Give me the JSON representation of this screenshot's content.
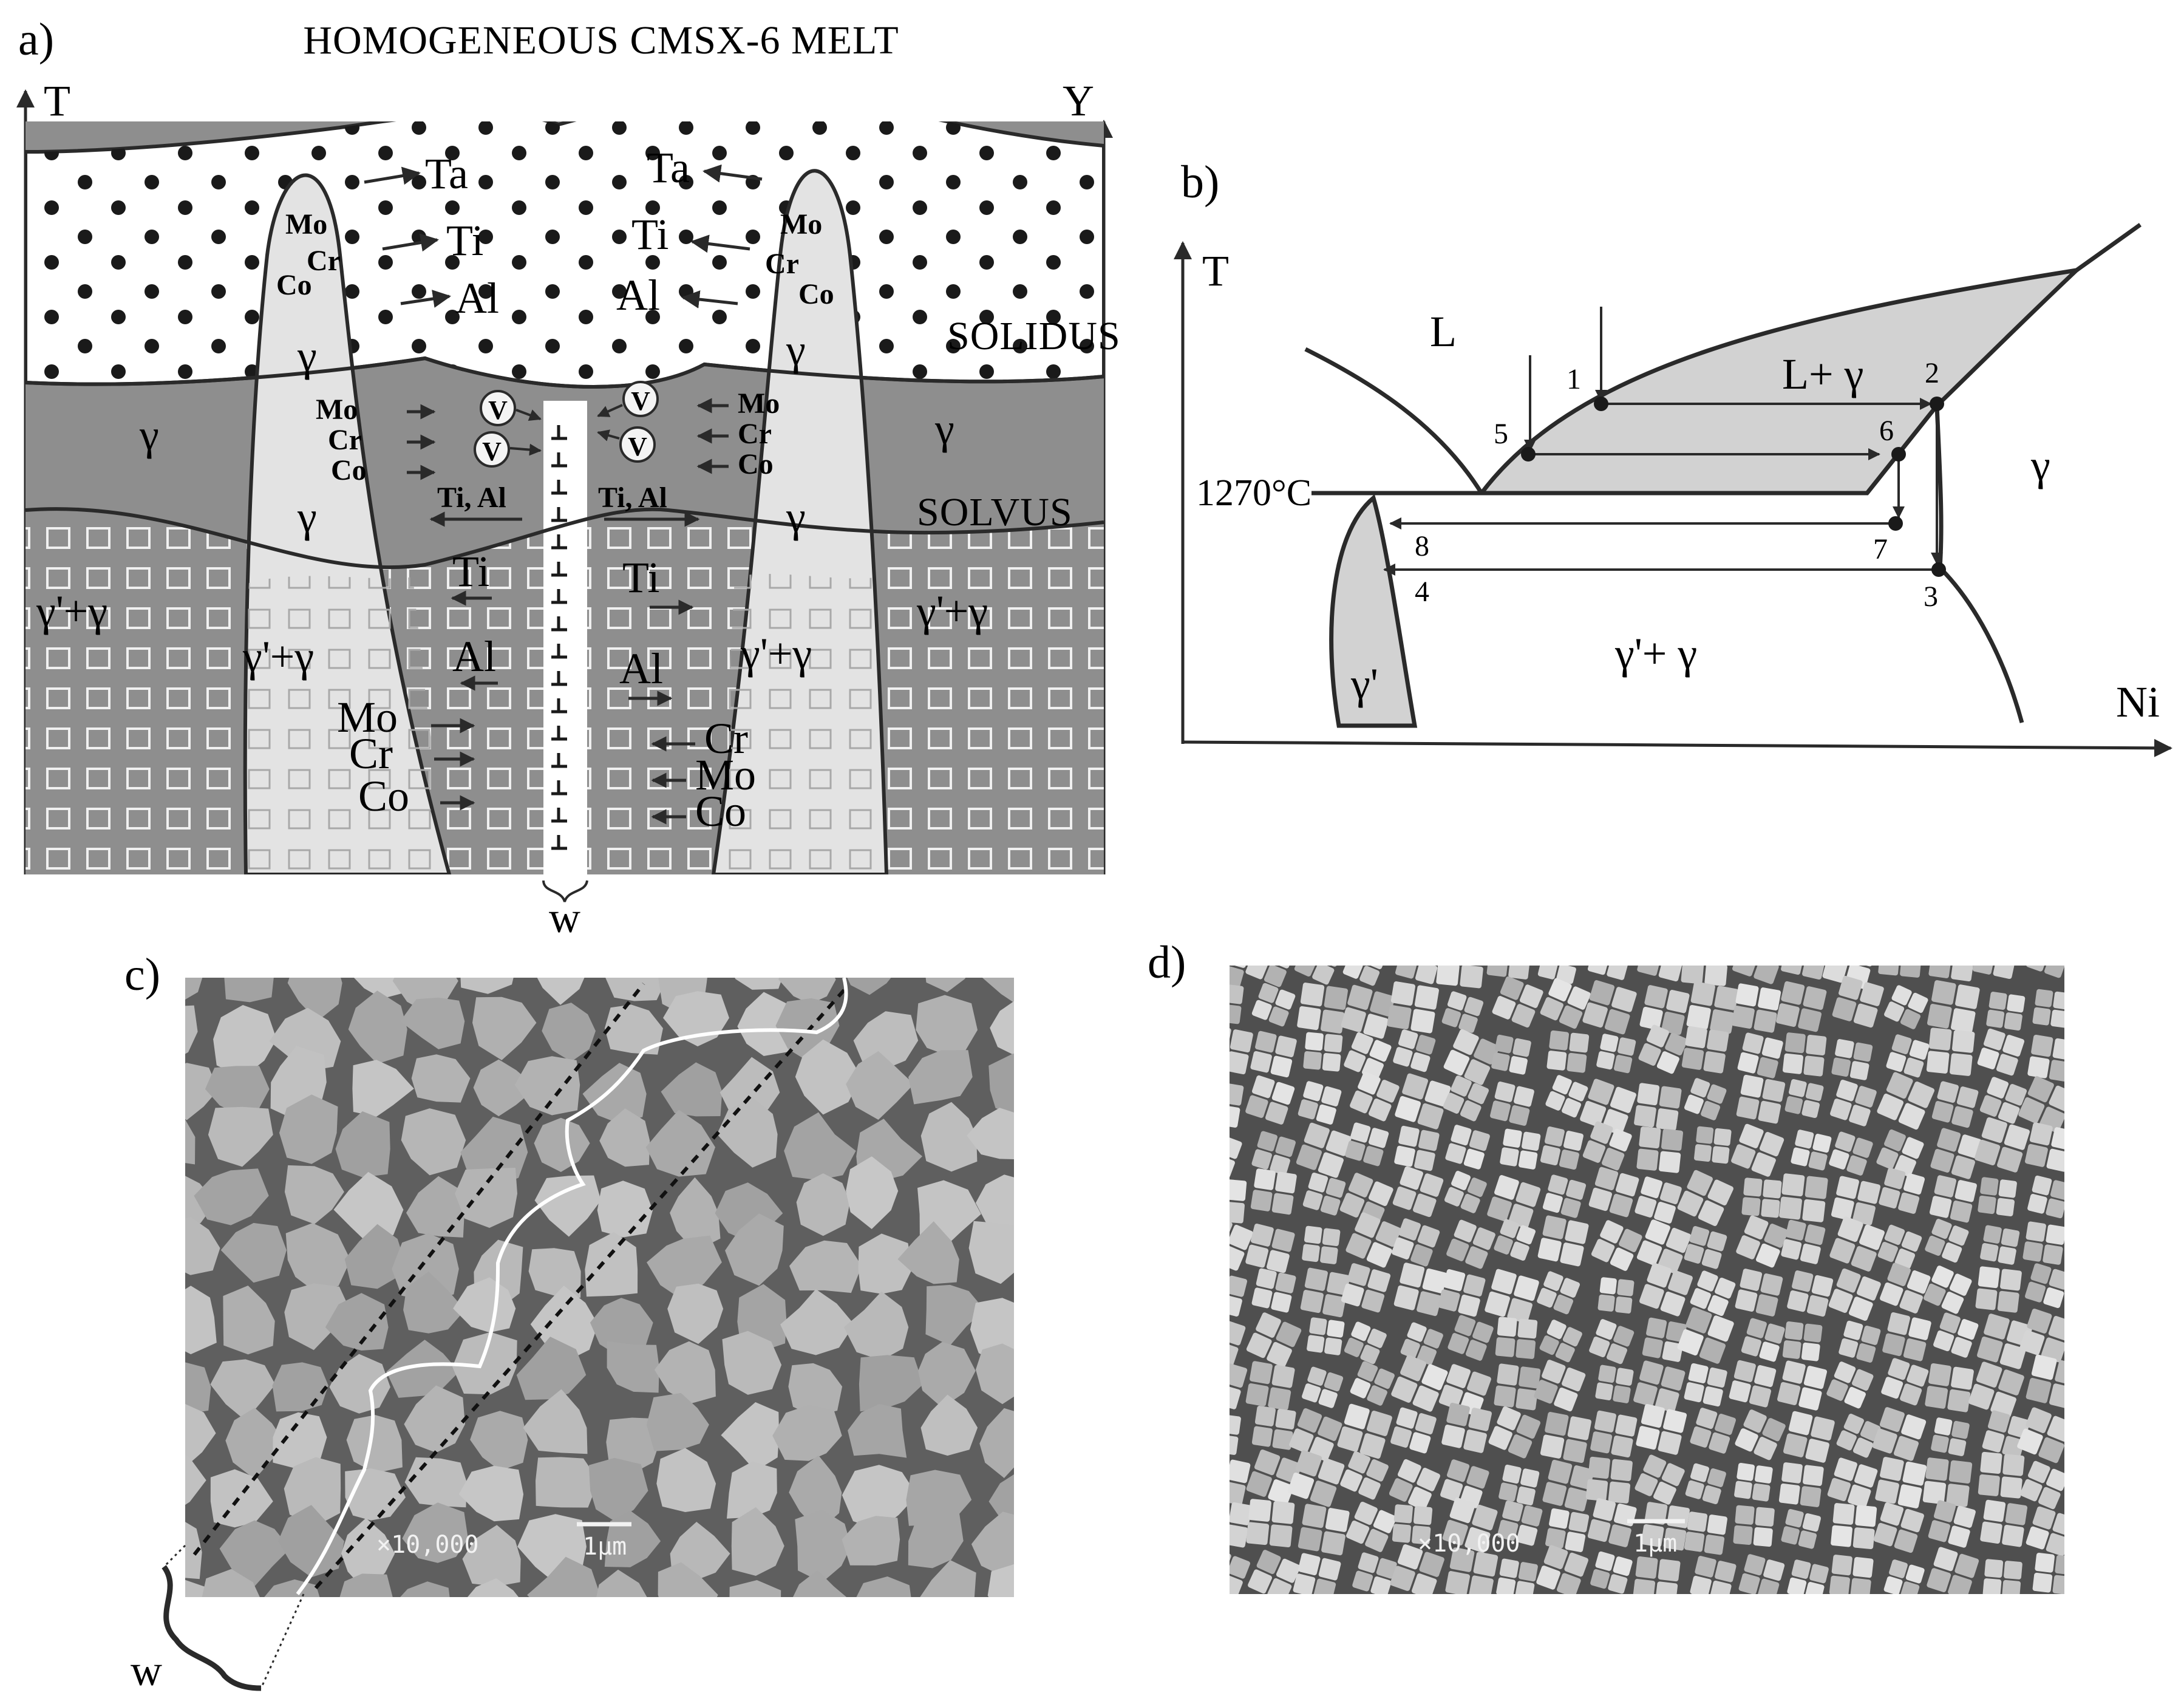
{
  "panel_labels": {
    "a": "a)",
    "b": "b)",
    "c": "c)",
    "d": "d)"
  },
  "panel_a": {
    "title": "HOMOGENEOUS CMSX-6 MELT",
    "axis_left": "T",
    "axis_right": "Y",
    "solidus_label": "SOLIDUS",
    "solvus_label": "SOLVUS",
    "gamma": "γ",
    "gamma_prime_gamma": "γ'+γ",
    "melt_elements_left": [
      "Ta",
      "Ti",
      "Al"
    ],
    "melt_elements_right": [
      "Ta",
      "Ti",
      "Al"
    ],
    "tip_elements": [
      "Mo",
      "Cr",
      "Co"
    ],
    "mid_elements": [
      "Mo",
      "Cr",
      "Co"
    ],
    "ti_al": "Ti, Al",
    "ti": "Ti",
    "al": "Al",
    "lower_left_elements": [
      "Mo",
      "Cr",
      "Co"
    ],
    "lower_right_elements": [
      "Cr",
      "Mo",
      "Co"
    ],
    "vacancy_symbol": "V",
    "width_label": "w"
  },
  "panel_b": {
    "axis_y": "T",
    "axis_x": "Ni",
    "region_L": "L",
    "region_L_gamma": "L+ γ",
    "region_gamma": "γ",
    "region_gamma_prime": "γ'",
    "region_gamma_prime_gamma": "γ'+ γ",
    "temperature_label": "1270°C",
    "points": [
      "1",
      "2",
      "3",
      "4",
      "5",
      "6",
      "7",
      "8"
    ]
  },
  "panel_c": {
    "magnification": "×10,000",
    "scale_bar": "1μm",
    "width_label": "w"
  },
  "panel_d": {
    "magnification": "×10,000",
    "scale_bar": "1μm"
  },
  "colors": {
    "dark_gray": "#8e8e8e",
    "light_gray": "#e3e3e3",
    "phase_fill": "#d2d2d2",
    "line": "#2a2a2a",
    "sem_bg": "#6f6f6f",
    "sem_particle": "#b4b4b4"
  }
}
